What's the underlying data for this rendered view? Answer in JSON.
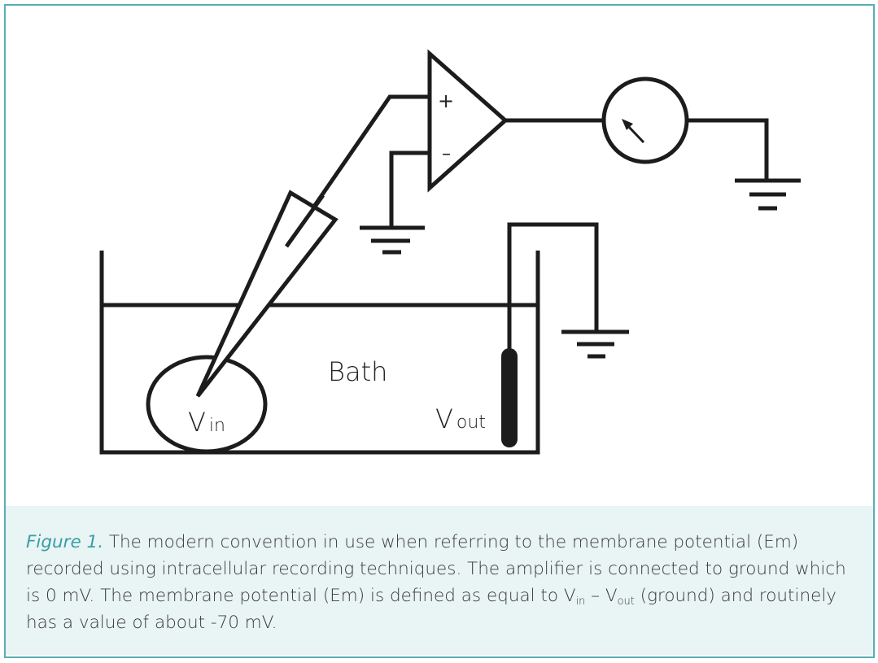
{
  "diagram": {
    "plus_sign": "+",
    "minus_sign": "–",
    "bath_label": "Bath",
    "vin_label": {
      "main": "V",
      "sub": "in"
    },
    "vout_label": {
      "main": "V",
      "sub": "out"
    }
  },
  "caption": {
    "figure_label": "Figure 1.",
    "text_1": " The modern convention in use when referring to the membrane potential (Em) recorded using intracellular recording techniques. The amplifier is connected to ground which is 0 mV. The membrane potential (Em) is defined as equal to V",
    "sub_in": "in",
    "text_2": " – V",
    "sub_out": "out",
    "text_3": " (ground) and routinely has a value of about -70 mV."
  }
}
